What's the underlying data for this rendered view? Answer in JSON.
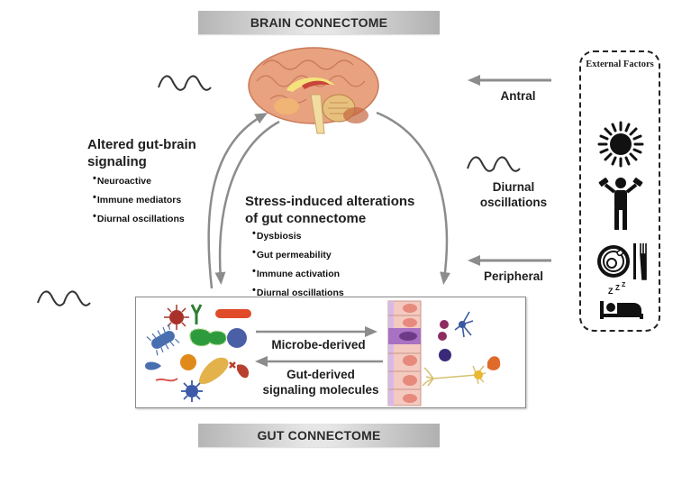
{
  "banners": {
    "top": "BRAIN CONNECTOME",
    "bottom": "GUT CONNECTOME"
  },
  "left_panel": {
    "heading_line1": "Altered gut-brain",
    "heading_line2": "signaling",
    "bullets": [
      "Neuroactive",
      "Immune mediators",
      "Diurnal oscillations"
    ]
  },
  "center_panel": {
    "heading_line1": "Stress-induced alterations",
    "heading_line2": "of gut connectome",
    "bullets": [
      "Dysbiosis",
      "Gut permeability",
      "Immune activation",
      "Diurnal oscillations"
    ]
  },
  "right_labels": {
    "antral": "Antral",
    "diurnal_line1": "Diurnal",
    "diurnal_line2": "oscillations",
    "peripheral": "Peripheral"
  },
  "external_factors": {
    "title": "External Factors",
    "icons": [
      "sun-icon",
      "exercise-icon",
      "meal-icon",
      "sleep-icon"
    ]
  },
  "gut_box": {
    "forward_label": "Microbe-derived",
    "backward_label_line1": "Gut-derived",
    "backward_label_line2": "signaling molecules"
  },
  "colors": {
    "arrow": "#8c8c8c",
    "wave": "#333333",
    "brain": "#e8a27f",
    "cell": "#f2c2b6"
  }
}
